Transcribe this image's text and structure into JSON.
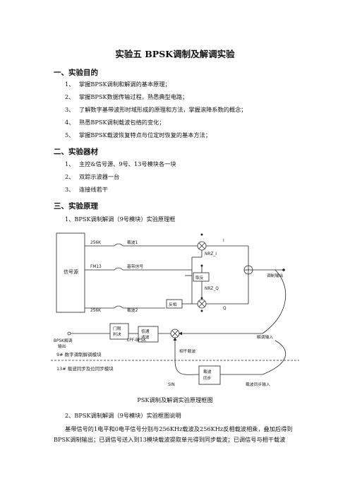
{
  "title": "实验五  BPSK调制及解调实验",
  "sections": [
    {
      "heading": "一、实验目的",
      "items": [
        {
          "num": "1、",
          "text": "掌握BPSK调制和解调的基本原理；"
        },
        {
          "num": "2、",
          "text": "掌握BPSK数据传输过程，熟悉典型电路；"
        },
        {
          "num": "3、",
          "text": "了解数字基带波形时域形成的原理和方法，掌握滚降系数的概念；"
        },
        {
          "num": "4、",
          "text": "熟悉BPSK调制载波包络的变化；"
        },
        {
          "num": "5、",
          "text": "掌握BPSK载波恢复特点与位定时恢复的基本方法；"
        }
      ]
    },
    {
      "heading": "二、实验器材",
      "items": [
        {
          "num": "1、",
          "text": "主控&信号源、9号、13号模块各一块"
        },
        {
          "num": "2、",
          "text": "双踪示波器一台"
        },
        {
          "num": "3、",
          "text": "连接线若干"
        }
      ]
    },
    {
      "heading": "三、实验原理",
      "items": []
    }
  ],
  "subheading": "1、BPSK调制解调（9号模块）实验原理框",
  "diagram": {
    "signal_source": "信号源",
    "in_256k_1": "256K",
    "carrier1": "载波1",
    "fm13": "FM13",
    "baseband": "基带信号",
    "in_256k_2": "256K",
    "carrier2": "载波2",
    "nrz_i": "NRZ_I",
    "nrz_q": "NRZ_Q",
    "invert_top": "取反",
    "invert_bottom": "反相",
    "i_label": "I",
    "q_label": "Q",
    "mod_out": "调制输出",
    "demod_in": "解调输入",
    "lowpass": [
      "低通",
      "滤波"
    ],
    "decision": [
      "门限",
      "判决"
    ],
    "lpf_bpsk": "LPF-BPSK",
    "bpsk_demod_out": [
      "BPSK解调",
      "输出"
    ],
    "coherent_carrier": "相干载波",
    "module9": "9# 数字调制解调模块",
    "module13": "13# 载波同步及位同步模块",
    "carrier_sync": [
      "载波",
      "同步"
    ],
    "sin": "SIN",
    "carrier_sync_in": "载波同步输入"
  },
  "caption": "PSK调制及解调实验原理框图",
  "subheading2": "2、BPSK调制解调（9号模块）实验框图说明",
  "paragraph": [
    "基带信号的1电平和0电平信号分别与256KHz载波及256KHz反相载波相乘，叠加后得到",
    "BPSK调制输出；已调信号送入到13模块载波提取单元得到同步载波；已调信号与相干载波"
  ]
}
